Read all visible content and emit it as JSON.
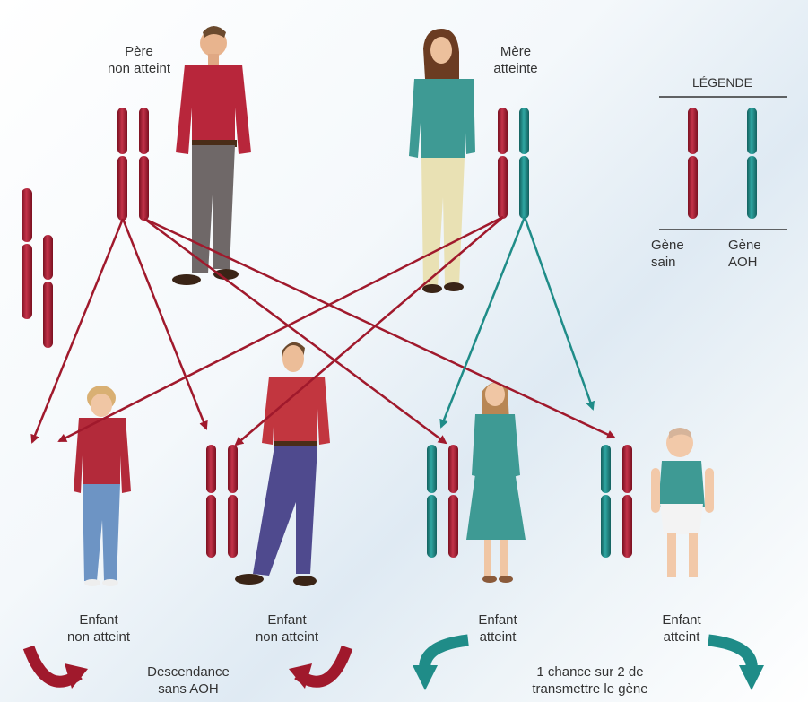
{
  "colors": {
    "healthy": "#a61d31",
    "aoh": "#1e8a87",
    "arrow_red": "#a0192c",
    "arrow_teal": "#1f8c88",
    "text": "#333333"
  },
  "parents": {
    "father": {
      "line1": "Père",
      "line2": "non atteint"
    },
    "mother": {
      "line1": "Mère",
      "line2": "atteinte"
    }
  },
  "legend": {
    "title": "LÉGENDE",
    "healthy": {
      "line1": "Gène",
      "line2": "sain"
    },
    "aoh": {
      "line1": "Gène",
      "line2": "AOH"
    }
  },
  "children": [
    {
      "line1": "Enfant",
      "line2": "non atteint"
    },
    {
      "line1": "Enfant",
      "line2": "non atteint"
    },
    {
      "line1": "Enfant",
      "line2": "atteint"
    },
    {
      "line1": "Enfant",
      "line2": "atteint"
    }
  ],
  "outcomes": {
    "left": {
      "line1": "Descendance",
      "line2": "sans AOH"
    },
    "right": {
      "line1": "1 chance sur 2 de",
      "line2": "transmettre le gène"
    }
  }
}
